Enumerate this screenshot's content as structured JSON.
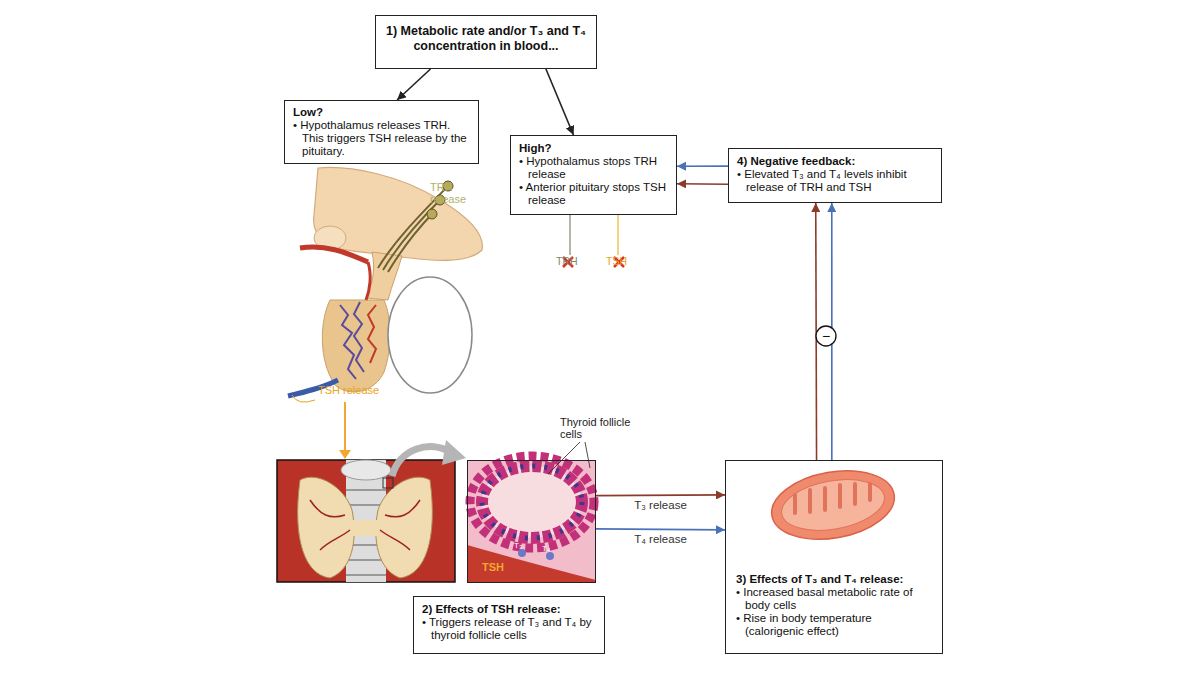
{
  "diagram": {
    "nodes": [
      {
        "text": [
          "1) Metabolic rate and/or T₃ and T₄ concentration in blood..."
        ]
      },
      {
        "text": [
          "Low?",
          "• Hypothalamus releases TRH. This triggers TSH release by the pituitary."
        ]
      },
      {
        "text": [
          "High?",
          "• Hypothalamus stops TRH release",
          "• Anterior pituitary stops TSH release"
        ]
      },
      {
        "text": [
          "4) Negative feedback:",
          "• Elevated T₃ and T₄ levels inhibit release of TRH and TSH"
        ]
      },
      {
        "text": [
          "TSH"
        ]
      },
      {
        "text": [
          "2) Effects of TSH release:",
          "• Triggers release of T₃ and T₄ by thyroid follicle cells"
        ]
      },
      {
        "text": [
          "3) Effects of T₃ and T₄ release:",
          "• Increased basal metabolic rate of body cells",
          "• Rise in body temperature (calorigenic effect)"
        ]
      }
    ],
    "edges": [
      {
        "from": 0,
        "to": 1,
        "arrow": "to"
      },
      {
        "from": 0,
        "to": 2,
        "arrow": "to"
      },
      {
        "from": 4,
        "to": 6,
        "label": "T₃ release",
        "arrow": "to"
      },
      {
        "from": 4,
        "to": 6,
        "label": "T₄ release",
        "arrow": "to"
      },
      {
        "from": 6,
        "to": 3,
        "arrow": "to"
      },
      {
        "from": 6,
        "to": 3,
        "arrow": "to"
      },
      {
        "from": 3,
        "to": 2,
        "arrow": "to"
      },
      {
        "from": 3,
        "to": 2,
        "arrow": "to"
      }
    ],
    "labels": [
      "TRH release",
      "TSH release",
      "TRH",
      "TSH",
      "Thyroid follicle cells",
      "T₃",
      "T₄",
      "−"
    ]
  }
}
